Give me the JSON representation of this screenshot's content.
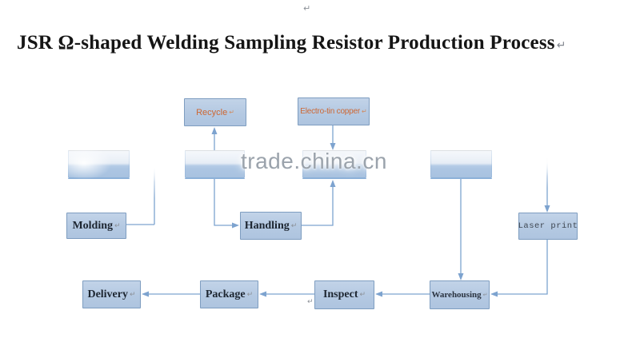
{
  "page": {
    "title": "JSR Ω-shaped Welding Sampling Resistor Production Process",
    "return_mark": "↵"
  },
  "watermark": {
    "text": "trade.china.cn",
    "color": "#9ba3ac"
  },
  "colors": {
    "box_fill": "#b6c9e2",
    "box_border": "#7e9dc0",
    "connector": "#7da3cf",
    "accent_text": "#cd6733"
  },
  "nodes": {
    "recycle": {
      "label": "Recycle"
    },
    "electro_tin": {
      "label": "Electro-tin copper"
    },
    "molding": {
      "label": "Molding"
    },
    "handling": {
      "label": "Handling"
    },
    "laser_print": {
      "label": "Laser print"
    },
    "warehousing": {
      "label": "Warehousing"
    },
    "inspect": {
      "label": "Inspect"
    },
    "package": {
      "label": "Package"
    },
    "delivery": {
      "label": "Delivery"
    }
  }
}
